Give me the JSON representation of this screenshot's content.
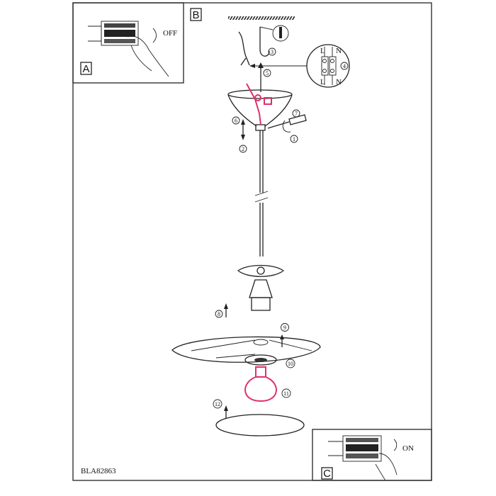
{
  "panels": {
    "a_label": "A",
    "b_label": "B",
    "c_label": "C"
  },
  "switch": {
    "off_label": "OFF",
    "on_label": "ON"
  },
  "terminal": {
    "top_l": "L",
    "top_n": "N",
    "bottom_l": "L",
    "bottom_n": "N"
  },
  "steps": [
    "1",
    "2",
    "3",
    "4",
    "5",
    "6",
    "7",
    "8",
    "9",
    "10",
    "11",
    "12"
  ],
  "code": "BLA82863",
  "colors": {
    "wire": "#e0306a",
    "line": "#222222"
  }
}
